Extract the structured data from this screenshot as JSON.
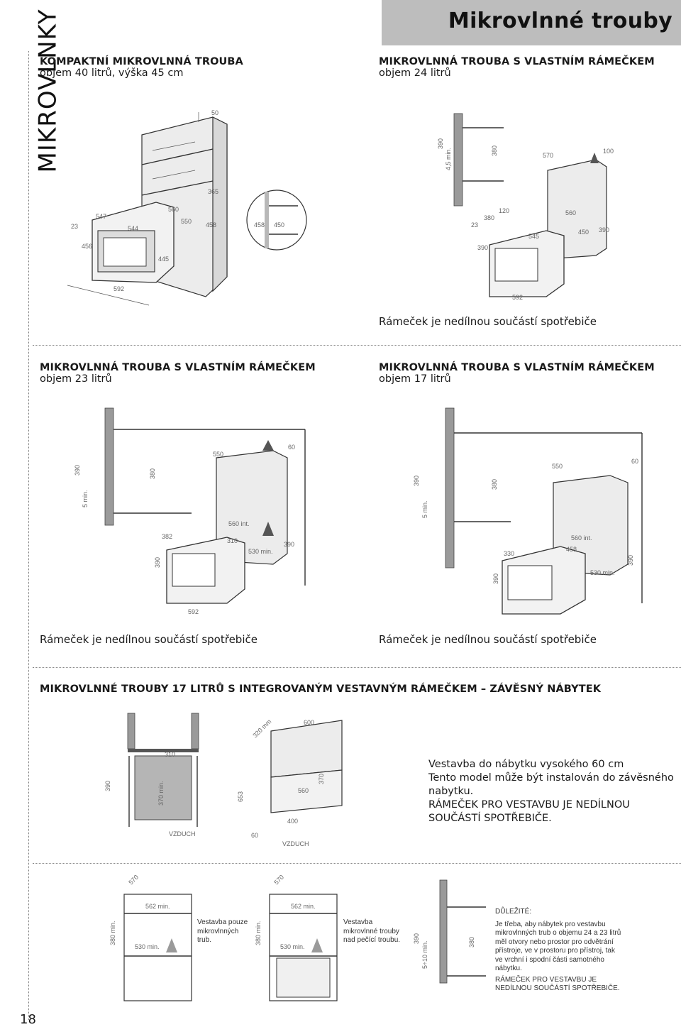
{
  "header": {
    "title": "Mikrovlnné trouby",
    "side_label": "MIKROVLNKY"
  },
  "page_number": "18",
  "sections": {
    "s1": {
      "title": "KOMPAKTNÍ MIKROVLNNÁ TROUBA",
      "subtitle": "objem 40 litrů, výška 45 cm",
      "dims": [
        "50",
        "365",
        "23",
        "547",
        "560",
        "544",
        "550",
        "458",
        "458",
        "450",
        "456",
        "445",
        "592"
      ]
    },
    "s2": {
      "title": "MIKROVLNNÁ TROUBA S VLASTNÍM RÁMEČKEM",
      "subtitle": "objem 24 litrů",
      "dims": [
        "390",
        "4,5 min.",
        "380",
        "570",
        "100",
        "120",
        "560",
        "23",
        "380",
        "545",
        "450",
        "390",
        "390",
        "592"
      ],
      "caption": "Rámeček je nedílnou součástí spotřebiče"
    },
    "s3": {
      "title": "MIKROVLNNÁ TROUBA S VLASTNÍM RÁMEČKEM",
      "subtitle": "objem 23 litrů",
      "dims": [
        "390",
        "5 min.",
        "380",
        "550",
        "60",
        "560 int.",
        "382",
        "310",
        "530 min.",
        "390",
        "390",
        "592"
      ],
      "caption": "Rámeček je nedílnou součástí spotřebiče"
    },
    "s4": {
      "title": "MIKROVLNNÁ TROUBA S VLASTNÍM RÁMEČKEM",
      "subtitle": "objem 17 litrů",
      "dims": [
        "390",
        "5 min.",
        "380",
        "550",
        "60",
        "560 int.",
        "330",
        "458",
        "530 min.",
        "390",
        "390"
      ],
      "caption": "Rámeček je nedílnou součástí spotřebiče"
    },
    "s5": {
      "title": "MIKROVLNNÉ TROUBY 17 LITRŮ S INTEGROVANÝM VESTAVNÝM RÁMEČKEM – ZÁVĚSNÝ NÁBYTEK",
      "dims": [
        "390",
        "310",
        "370 min.",
        "VZDUCH",
        "320 mm",
        "600",
        "653",
        "560",
        "370",
        "400",
        "60",
        "VZDUCH"
      ],
      "install": [
        "Vestavba do nábytku vysokého 60 cm",
        "Tento model může být instalován do závěsného nabytku.",
        "RÁMEČEK PRO VESTAVBU JE NEDÍLNOU SOUČÁSTÍ SPOTŘEBIČE."
      ]
    },
    "s6": {
      "a": {
        "dims": [
          "570",
          "562 min.",
          "380 min.",
          "530 min."
        ],
        "text": "Vestavba pouze mikrovlnných trub."
      },
      "b": {
        "dims": [
          "570",
          "562 min.",
          "380 min.",
          "530 min."
        ],
        "text": "Vestavba mikrovlnné trouby nad pečící troubu."
      },
      "c": {
        "dims": [
          "390",
          "5÷10 min.",
          "380"
        ]
      },
      "note_title": "DŮLEŽITÉ:",
      "note_text": "Je třeba, aby nábytek pro vestavbu mikrovlnných trub o objemu 24 a 23 litrů měl otvory nebo prostor pro odvětrání přístroje, ve v prostoru pro přístroj, tak ve vrchní i spodní části samotného nábytku.",
      "note_text2": "RÁMEČEK PRO VESTAVBU JE NEDÍLNOU SOUČÁSTÍ SPOTŘEBIČE."
    }
  }
}
